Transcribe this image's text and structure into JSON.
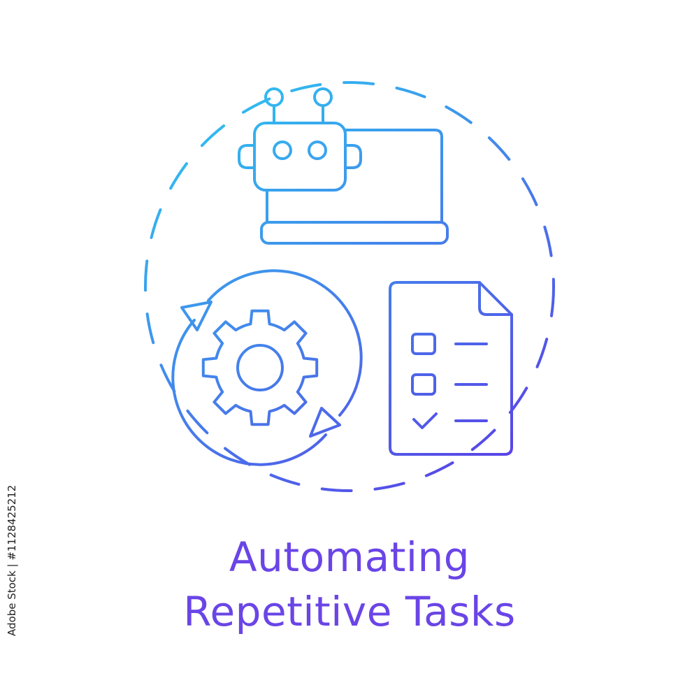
{
  "caption": {
    "line1": "Automating",
    "line2": "Repetitive Tasks"
  },
  "stock_id": "Adobe Stock | #1128425212",
  "colors": {
    "gradient_start": "#2ec4f0",
    "gradient_end": "#5b3ee6",
    "caption_color": "#6a45e6"
  },
  "icons": {
    "outer_ring": "dashed-circle",
    "top": "robot-laptop-icon",
    "bottom_left": "gear-refresh-icon",
    "bottom_right": "checklist-document-icon"
  }
}
